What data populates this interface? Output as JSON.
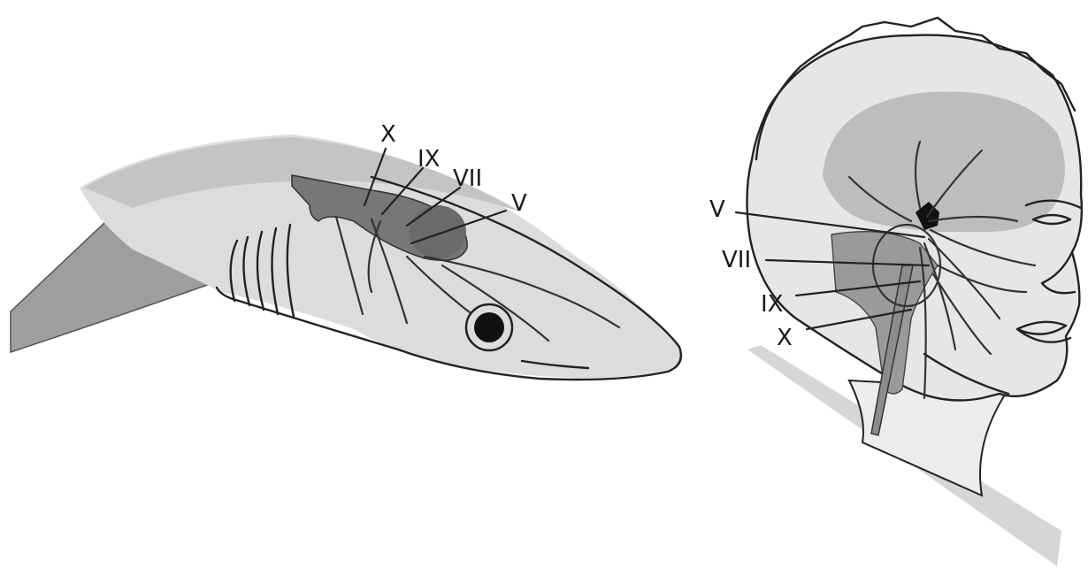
{
  "shark": {
    "labels": {
      "x": "X",
      "ix": "IX",
      "vii": "VII",
      "v": "V"
    }
  },
  "human": {
    "labels": {
      "v": "V",
      "vii": "VII",
      "ix": "IX",
      "x": "X"
    }
  }
}
